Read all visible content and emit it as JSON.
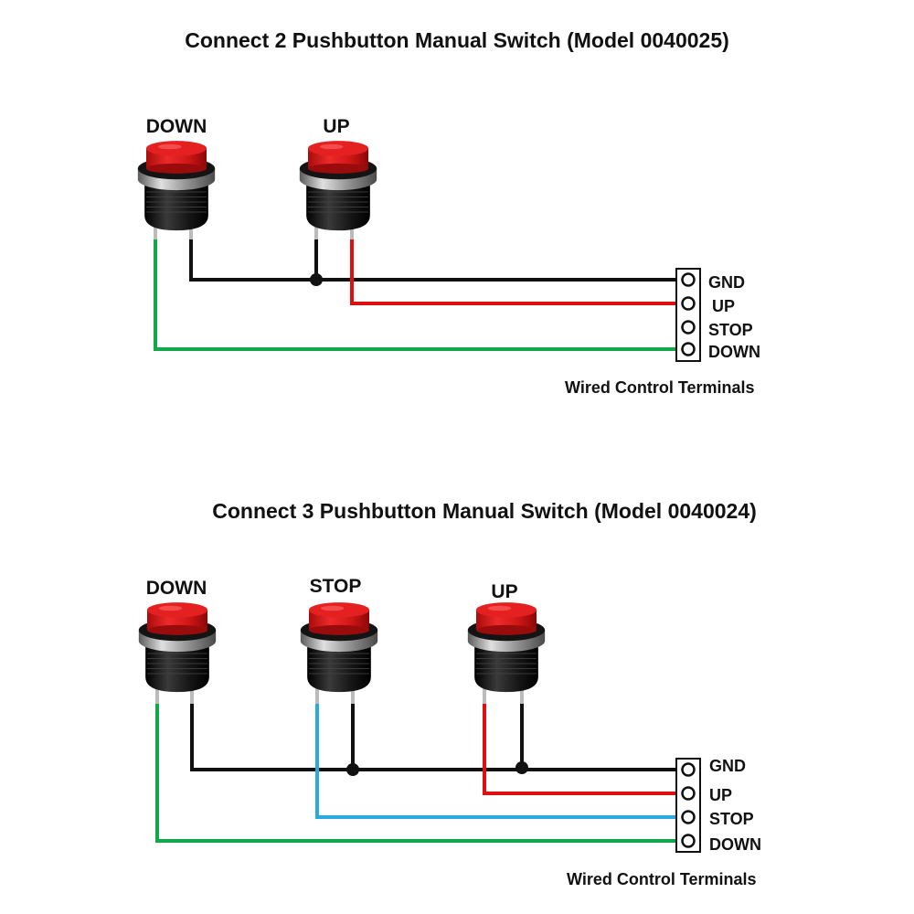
{
  "colors": {
    "background": "#ffffff",
    "gnd_wire": "#111111",
    "up_wire": "#e01010",
    "stop_wire": "#29abe2",
    "down_wire": "#10a84a",
    "button_cap": "#d41818",
    "button_body": "#151515",
    "button_bezel": "#9a9a9a"
  },
  "diagrams": [
    {
      "title": "Connect 2 Pushbutton Manual Switch (Model 0040025)",
      "buttons": [
        {
          "label": "DOWN",
          "icon": "pushbutton-switch-icon"
        },
        {
          "label": "UP",
          "icon": "pushbutton-switch-icon"
        }
      ],
      "terminals": [
        "GND",
        "UP",
        "STOP",
        "DOWN"
      ],
      "terminal_caption": "Wired Control Terminals"
    },
    {
      "title": "Connect 3 Pushbutton Manual Switch (Model 0040024)",
      "buttons": [
        {
          "label": "DOWN",
          "icon": "pushbutton-switch-icon"
        },
        {
          "label": "STOP",
          "icon": "pushbutton-switch-icon"
        },
        {
          "label": "UP",
          "icon": "pushbutton-switch-icon"
        }
      ],
      "terminals": [
        "GND",
        "UP",
        "STOP",
        "DOWN"
      ],
      "terminal_caption": "Wired Control Terminals"
    }
  ]
}
